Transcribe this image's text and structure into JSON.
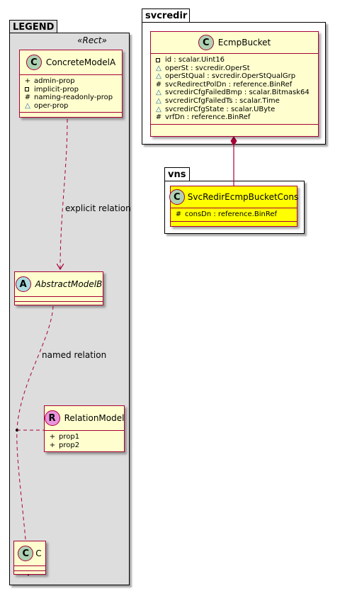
{
  "packages": {
    "legend": {
      "title": "LEGEND",
      "stereotype": "«Rect»"
    },
    "svcredir": {
      "title": "svcredir"
    },
    "vns": {
      "title": "vns"
    }
  },
  "classes": {
    "concrete_model_a": {
      "name": "ConcreteModelA",
      "icon": "C",
      "attributes": [
        {
          "vis": "+",
          "text": "admin-prop"
        },
        {
          "vis": "-",
          "text": "implicit-prop"
        },
        {
          "vis": "#",
          "text": "naming-readonly-prop"
        },
        {
          "vis": "~",
          "text": "oper-prop"
        }
      ]
    },
    "abstract_model_b": {
      "name": "AbstractModelB",
      "icon": "A"
    },
    "relation_model": {
      "name": "RelationModel",
      "icon": "R",
      "attributes": [
        {
          "vis": "+",
          "text": "prop1"
        },
        {
          "vis": "+",
          "text": "prop2"
        }
      ]
    },
    "c": {
      "name": "C",
      "icon": "C"
    },
    "ecmp_bucket": {
      "name": "EcmpBucket",
      "icon": "C",
      "attributes": [
        {
          "vis": "-",
          "text": "id : scalar.Uint16"
        },
        {
          "vis": "~",
          "text": "operSt : svcredir.OperSt"
        },
        {
          "vis": "~",
          "text": "operStQual : svcredir.OperStQualGrp"
        },
        {
          "vis": "#",
          "text": "svcRedirectPolDn : reference.BinRef"
        },
        {
          "vis": "~",
          "text": "svcredirCfgFailedBmp : scalar.Bitmask64"
        },
        {
          "vis": "~",
          "text": "svcredirCfgFailedTs : scalar.Time"
        },
        {
          "vis": "~",
          "text": "svcredirCfgState : scalar.UByte"
        },
        {
          "vis": "#",
          "text": "vrfDn : reference.BinRef"
        }
      ]
    },
    "svc_redir_ecmp_bucket_cons": {
      "name": "SvcRedirEcmpBucketCons",
      "icon": "C",
      "attributes": [
        {
          "vis": "#",
          "text": "consDn : reference.BinRef"
        }
      ]
    }
  },
  "relations": {
    "explicit": "explicit relation",
    "named": "named relation"
  },
  "colors": {
    "class_fill": "#FEFECE",
    "class_border": "#A80036",
    "highlight_fill": "#FFFF00",
    "legend_fill": "#DDDDDD"
  }
}
